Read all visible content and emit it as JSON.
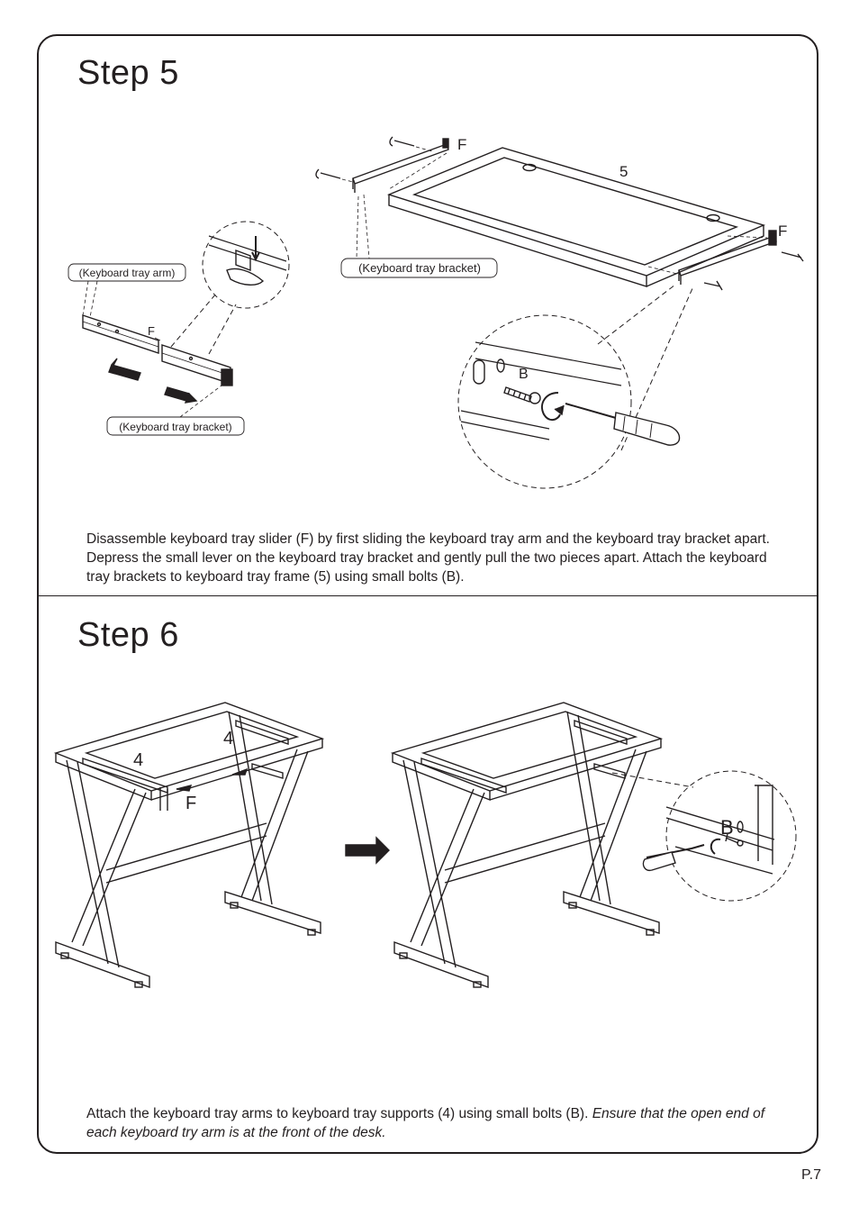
{
  "step5": {
    "title": "Step  5",
    "labels": {
      "arm": "(Keyboard tray arm)",
      "bracket_left": "(Keyboard tray bracket)",
      "bracket_top": "(Keyboard tray bracket)",
      "slider_letter": "F",
      "frame_number": "5",
      "bolt_letter": "B"
    },
    "instruction": "Disassemble keyboard tray slider (F) by first sliding the keyboard tray arm and the keyboard tray bracket apart. Depress the small lever on the keyboard tray bracket and gently pull the two pieces apart. Attach the keyboard tray brackets to keyboard tray frame (5) using small bolts (B)."
  },
  "step6": {
    "title": "Step  6",
    "labels": {
      "support_number": "4",
      "slider_letter": "F",
      "bolt_letter": "B"
    },
    "instruction_plain": "Attach the keyboard tray arms to keyboard tray supports (4) using small bolts (B). ",
    "instruction_italic": "Ensure that the open end of each keyboard try arm is at the front of the desk."
  },
  "page_number": "P.7"
}
